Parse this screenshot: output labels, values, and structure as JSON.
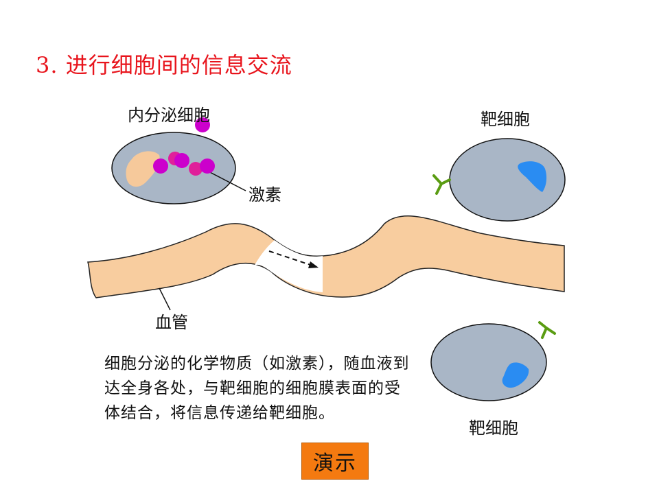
{
  "title": "3. 进行细胞间的信息交流",
  "labels": {
    "endocrine_cell": "内分泌细胞",
    "target_cell_top": "靶细胞",
    "hormone": "激素",
    "blood_vessel": "血管",
    "target_cell_bottom": "靶细胞"
  },
  "description": "细胞分泌的化学物质（如激素），随血液到达全身各处，与靶细胞的细胞膜表面的受体结合，将信息传递给靶细胞。",
  "demo_button": "演示",
  "colors": {
    "title": "#e8141c",
    "cell_fill": "#a9b6c6",
    "nucleus_endocrine": "#f6c99b",
    "nucleus_target": "#2a8cf2",
    "hormone": "#cc00cc",
    "receptor": "#5a9c12",
    "vessel": "#f8cd9f",
    "button": "#f47a10"
  }
}
